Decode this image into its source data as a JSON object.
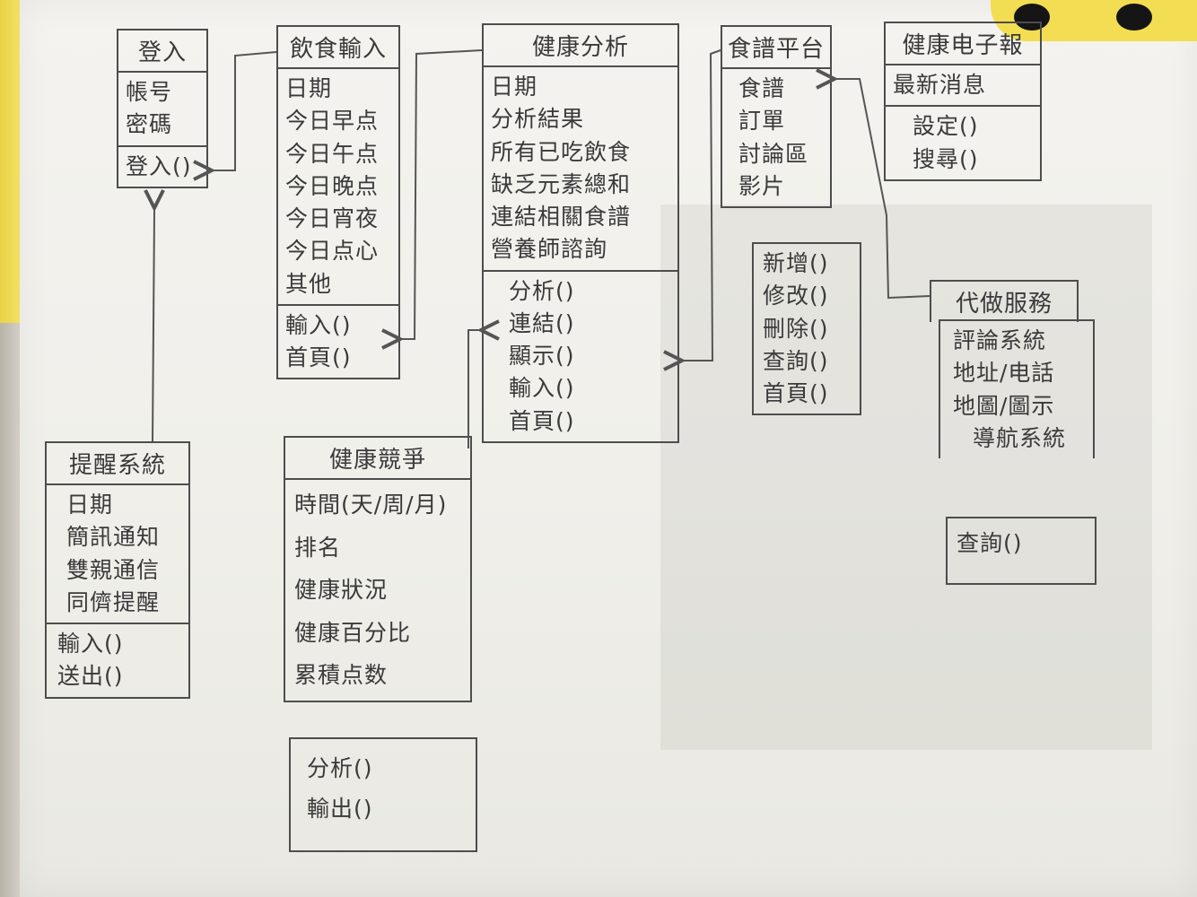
{
  "classes": {
    "login": {
      "title": "登入",
      "attributes": [
        "帳号",
        "密碼"
      ],
      "methods": [
        "登入()"
      ]
    },
    "food_input": {
      "title": "飲食輸入",
      "attributes": [
        "日期",
        "今日早点",
        "今日午点",
        "今日晚点",
        "今日宵夜",
        "今日点心",
        "其他"
      ],
      "methods": [
        "輸入()",
        "首頁()"
      ]
    },
    "health_analysis": {
      "title": "健康分析",
      "attributes": [
        "日期",
        "分析結果",
        "所有已吃飲食",
        "缺乏元素總和",
        "連結相關食譜",
        "營養師諮詢"
      ],
      "methods": [
        "分析()",
        "連結()",
        "顯示()",
        "輸入()",
        "首頁()"
      ]
    },
    "recipe_platform": {
      "title": "食譜平台",
      "attributes": [
        "食譜",
        "訂單",
        "討論區",
        "影片"
      ],
      "methods": [
        "新增()",
        "修改()",
        "刪除()",
        "查詢()",
        "首頁()"
      ]
    },
    "health_newsletter": {
      "title": "健康电子報",
      "attributes": [
        "最新消息"
      ],
      "methods": [
        "設定()",
        "搜尋()"
      ]
    },
    "proxy_service": {
      "title": "代做服務",
      "attributes": [
        "評論系統",
        "地址/电話",
        "地圖/圖示",
        "導航系統"
      ],
      "methods": [
        "查詢()"
      ]
    },
    "reminder_system": {
      "title": "提醒系統",
      "attributes": [
        "日期",
        "簡訊通知",
        "雙親通信",
        "同儕提醒"
      ],
      "methods": [
        "輸入()",
        "送出()"
      ]
    },
    "health_competition": {
      "title": "健康競爭",
      "attributes": [
        "時間(天/周/月)",
        "排名",
        "健康狀況",
        "健康百分比",
        "累積点数"
      ],
      "methods": [
        "分析()",
        "輸出()"
      ]
    }
  },
  "colors": {
    "ink": "#3a3a3a",
    "line": "#4d4d4d",
    "paper": "#f1f0eb",
    "sticker": "#f3dd52"
  }
}
